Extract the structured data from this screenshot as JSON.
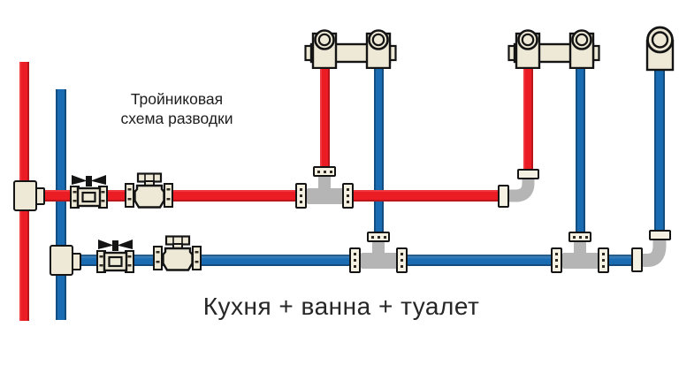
{
  "diagram": {
    "title_line1": "Тройниковая",
    "title_line2": "схема разводки",
    "caption": "Кухня + ванна + туалет"
  },
  "colors": {
    "hot_water": "#ec1c24",
    "cold_water": "#1a6cb2",
    "fitting_gray": "#b5b5b5",
    "brass_beige": "#ede9d6",
    "outline": "#141414",
    "background": "#ffffff"
  }
}
